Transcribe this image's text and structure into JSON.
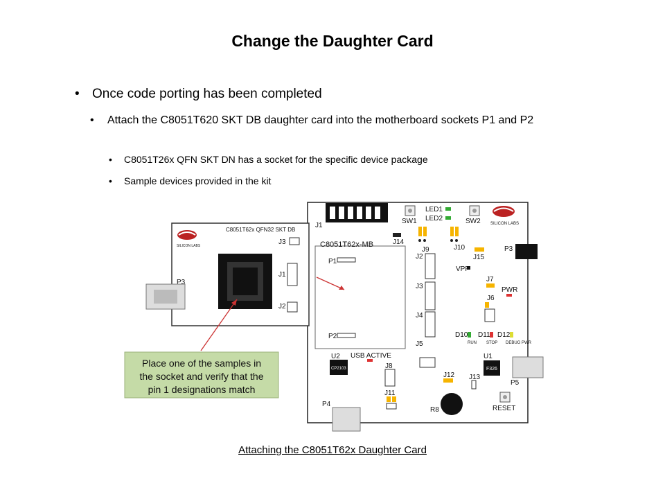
{
  "slide": {
    "title": "Change the Daughter Card",
    "bullets": {
      "level1": "Once code porting has been completed",
      "level2": "Attach the C8051T620 SKT DB daughter card into the motherboard sockets P1 and P2",
      "level3": [
        "C8051T26x QFN SKT DN has a socket for the specific device package",
        "Sample devices provided in the kit"
      ]
    },
    "caption": "Attaching the C8051T62x Daughter Card"
  },
  "figure": {
    "daughter_card": {
      "header": "C8051T62x QFN32 SKT DB",
      "labels": [
        "J3",
        "P3",
        "J1",
        "J2",
        "SILICON LABS"
      ]
    },
    "motherboard": {
      "board_name": "C8051T62x-MB",
      "labels": {
        "j1": "J1",
        "sw1": "SW1",
        "sw2": "SW2",
        "led1": "LED1",
        "led2": "LED2",
        "j14": "J14",
        "j9": "J9",
        "j10": "J10",
        "p3": "P3",
        "j15": "J15",
        "vpp": "VPP",
        "j2": "J2",
        "p1": "P1",
        "j3": "J3",
        "j7": "J7",
        "pwr": "PWR",
        "j6": "J6",
        "j4": "J4",
        "p2": "P2",
        "d10": "D10",
        "d11": "D11",
        "d12": "D12",
        "run": "RUN",
        "stop": "STOP",
        "debug_pwr": "DEBUG PWR",
        "j5": "J5",
        "u2": "U2",
        "usb_active": "USB ACTIVE",
        "j8": "J8",
        "u1": "U1",
        "p5": "P5",
        "j12": "J12",
        "j13": "J13",
        "j11": "J11",
        "p4": "P4",
        "r8": "R8",
        "reset": "RESET",
        "silicon_labs": "SILICON LABS",
        "cp2103": "CP2103",
        "f326": "F326"
      }
    },
    "callout": "Place one of the samples in the socket and verify  that the pin 1 designations match"
  }
}
